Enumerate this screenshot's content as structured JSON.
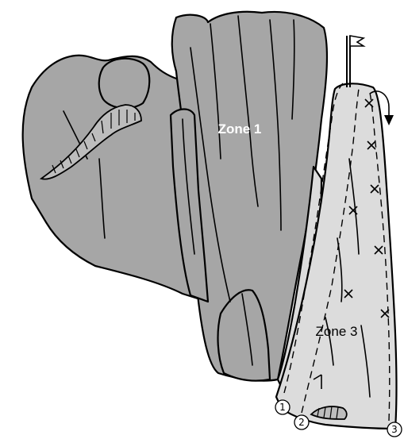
{
  "zones": [
    {
      "id": "zone-1",
      "label": "Zone 1",
      "color": "#ffffff"
    },
    {
      "id": "zone-3",
      "label": "Zone 3",
      "color": "#000000"
    }
  ],
  "routes": [
    {
      "number": "1"
    },
    {
      "number": "2"
    },
    {
      "number": "3"
    }
  ],
  "colors": {
    "rock_shadow": "#a6a6a6",
    "rock_light": "#dcdcdc",
    "outline": "#000000"
  }
}
